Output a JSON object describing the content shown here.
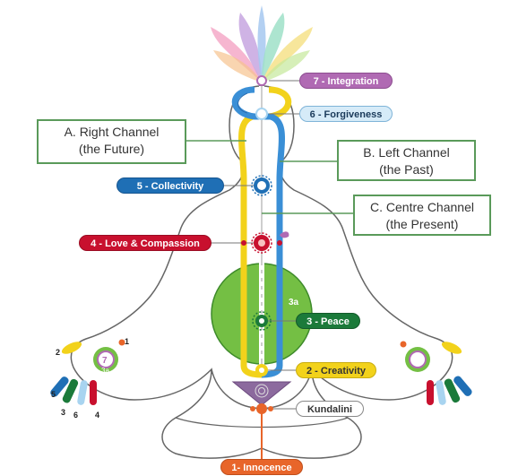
{
  "channels": {
    "right": {
      "line1": "A. Right Channel",
      "line2": "(the Future)"
    },
    "left": {
      "line1": "B. Left Channel",
      "line2": "(the  Past)"
    },
    "centre": {
      "line1": "C. Centre Channel",
      "line2": "(the  Present)"
    }
  },
  "chakras": {
    "integration": {
      "label": "7 - Integration",
      "color": "#b06ab3"
    },
    "forgiveness": {
      "label": "6 - Forgiveness",
      "color": "#a8d4f0"
    },
    "collectivity": {
      "label": "5 - Collectivity",
      "color": "#1f6fb5"
    },
    "love": {
      "label": "4 - Love & Compassion",
      "color": "#c8102e"
    },
    "peace": {
      "label": "3 - Peace",
      "color": "#1b7a3a"
    },
    "creativity": {
      "label": "2 - Creativity",
      "color": "#f2d21b"
    },
    "kundalini": {
      "label": "Kundalini",
      "color": "#ffffff"
    },
    "innocence": {
      "label": "1- Innocence",
      "color": "#e8652a"
    }
  },
  "markers": {
    "void": "3a",
    "left_hand_center": "7",
    "left_hand_sub": "3a",
    "finger_numbers": [
      "1",
      "2",
      "3",
      "4",
      "5",
      "6"
    ]
  }
}
